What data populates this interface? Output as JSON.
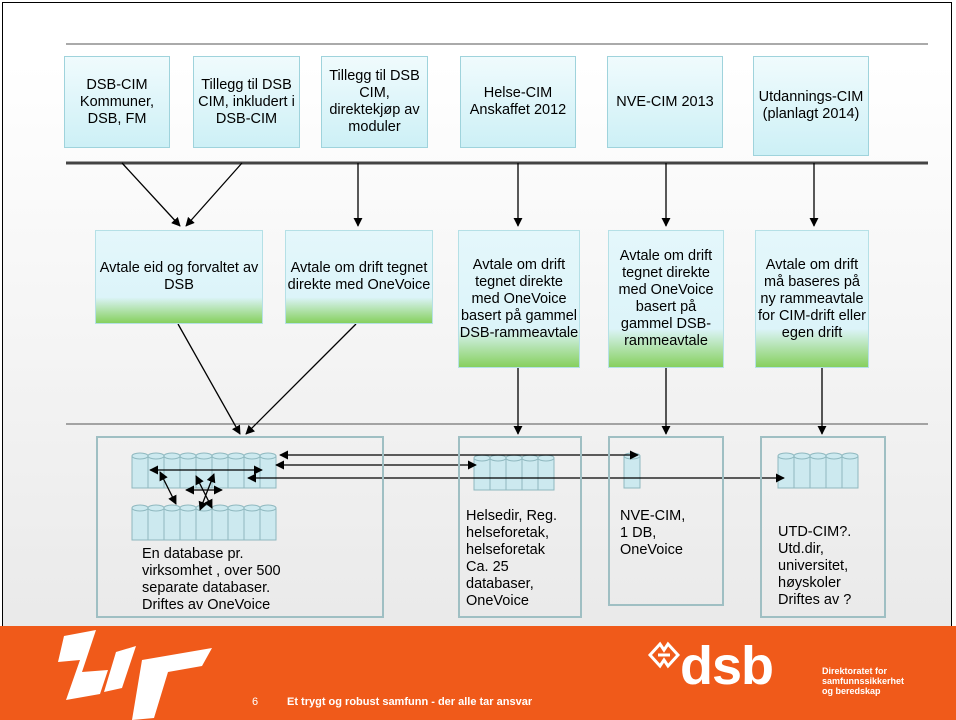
{
  "top_boxes": [
    "DSB-CIM Kommuner, DSB, FM",
    "Tillegg til DSB CIM, inkludert i DSB-CIM",
    "Tillegg til DSB CIM, direktekjøp av moduler",
    "Helse-CIM Anskaffet 2012",
    "NVE-CIM 2013",
    "Utdannings-CIM (planlagt 2014)"
  ],
  "mid_boxes": [
    "Avtale eid og forvaltet av DSB",
    "Avtale om drift tegnet direkte med OneVoice",
    "Avtale om drift tegnet direkte med OneVoice basert på gammel DSB-rammeavtale",
    "Avtale om drift tegnet direkte med OneVoice basert på gammel DSB-rammeavtale",
    "Avtale om drift må baseres på ny rammeavtale for CIM-drift eller egen drift"
  ],
  "groups": [
    "En database pr.\nvirksomhet , over 500\nseparate databaser.\nDriftes av OneVoice",
    "Helsedir, Reg.\nhelseforetak,\nhelseforetak\nCa. 25\ndatabaser,\nOneVoice",
    "NVE-CIM,\n1 DB,\nOneVoice",
    "UTD-CIM?.\nUtd.dir,\nuniversitet,\nhøyskoler\nDriftes av ?"
  ],
  "footer": {
    "page_number": "6",
    "tagline": "Et trygt og robust samfunn - der alle tar ansvar",
    "logo_text": "dsb",
    "organization": "Direktoratet for\nsamfunnssikkerhet\nog beredskap"
  },
  "colors": {
    "footer": "#f05a1a",
    "top_box_fill": "#d6f3f8",
    "mid_box_accent": "#86d05e",
    "group_border": "#9fbfc3"
  }
}
